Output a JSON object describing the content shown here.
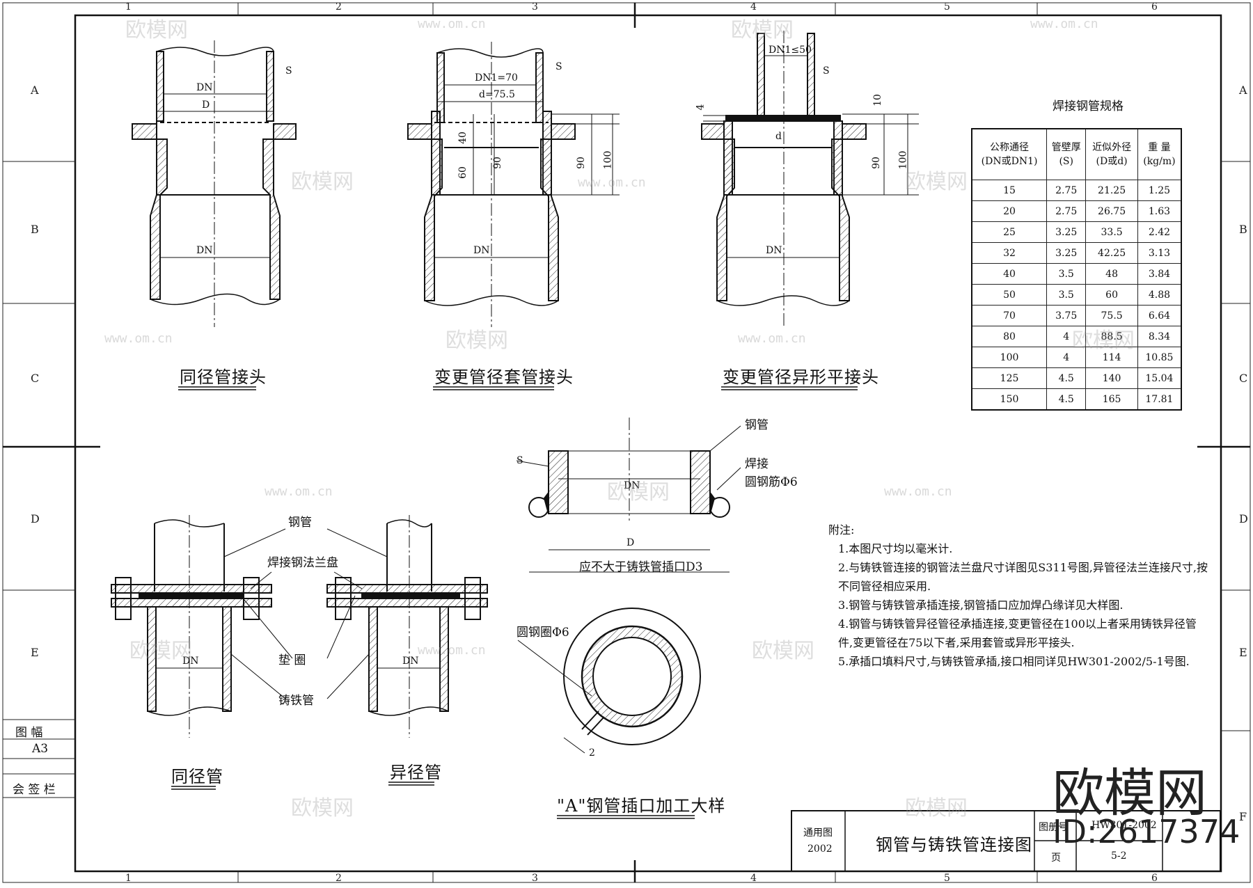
{
  "grid": {
    "numbers": [
      "1",
      "2",
      "3",
      "4",
      "5",
      "6"
    ],
    "letters": [
      "A",
      "B",
      "C",
      "D",
      "E",
      "F"
    ]
  },
  "titles": {
    "same_dia_joint": "同径管接头",
    "sleeve_joint": "变更管径套管接头",
    "special_flat_joint": "变更管径异形平接头",
    "same_dia_pipe": "同径管",
    "diff_dia_pipe": "异径管",
    "detail_a": "\"A\"钢管插口加工大样"
  },
  "dims": {
    "s": "S",
    "dn": "DN",
    "d_upper": "D",
    "d_lower": "d",
    "dn1_70": "DN1=70",
    "d_75": "d=75.5",
    "dn1_le50": "DN1≤50",
    "v40": "40",
    "v60": "60",
    "v90": "90",
    "v100": "100",
    "v4": "4",
    "v10": "10",
    "v2": "2"
  },
  "labels": {
    "steel_pipe": "钢管",
    "welded_flange": "焊接钢法兰盘",
    "gasket": "垫 圈",
    "cast_iron_pipe": "铸铁管",
    "weld": "焊接",
    "round_bar": "圆钢筋Φ6",
    "round_ring": "圆钢圈Φ6",
    "d_limit": "应不大于铸铁管插口D3"
  },
  "spec_table": {
    "title": "焊接钢管规格",
    "headers": [
      [
        "公称通径",
        "(DN或DN1)"
      ],
      [
        "管壁厚",
        "(S)"
      ],
      [
        "近似外径",
        "(D或d)"
      ],
      [
        "重 量",
        "(kg/m)"
      ]
    ],
    "rows": [
      [
        "15",
        "2.75",
        "21.25",
        "1.25"
      ],
      [
        "20",
        "2.75",
        "26.75",
        "1.63"
      ],
      [
        "25",
        "3.25",
        "33.5",
        "2.42"
      ],
      [
        "32",
        "3.25",
        "42.25",
        "3.13"
      ],
      [
        "40",
        "3.5",
        "48",
        "3.84"
      ],
      [
        "50",
        "3.5",
        "60",
        "4.88"
      ],
      [
        "70",
        "3.75",
        "75.5",
        "6.64"
      ],
      [
        "80",
        "4",
        "88.5",
        "8.34"
      ],
      [
        "100",
        "4",
        "114",
        "10.85"
      ],
      [
        "125",
        "4.5",
        "140",
        "15.04"
      ],
      [
        "150",
        "4.5",
        "165",
        "17.81"
      ]
    ]
  },
  "notes": {
    "heading": "附注:",
    "items": [
      "1.本图尺寸均以毫米计.",
      "2.与铸铁管连接的钢管法兰盘尺寸详图见S311号图,异管径法兰连接尺寸,按",
      "   不同管径相应采用.",
      "3.钢管与铸铁管承插连接,钢管插口应加焊凸缘详见大样图.",
      "4.钢管与铸铁管异径管径承插连接,变更管径在100以上者采用铸铁异径管",
      "   件,变更管径在75以下者,采用套管或异形平接头.",
      "5.承插口填料尺寸,与铸铁管承插,接口相同详见HW301-2002/5-1号图."
    ]
  },
  "left_strip": {
    "sheet_size_label": "图 幅",
    "sheet_size_value": "A3",
    "signature_label": "会 签 栏"
  },
  "title_block": {
    "general_label": "通用图",
    "year": "2002",
    "drawing_title": "钢管与铸铁管连接图",
    "drawing_no_label": "图册号",
    "drawing_no_value": "HW301-2002",
    "page_label": "页",
    "page_value": "5-2"
  },
  "watermark": {
    "brand": "欧模网",
    "url": "www.om.cn",
    "id": "ID:2617374"
  }
}
